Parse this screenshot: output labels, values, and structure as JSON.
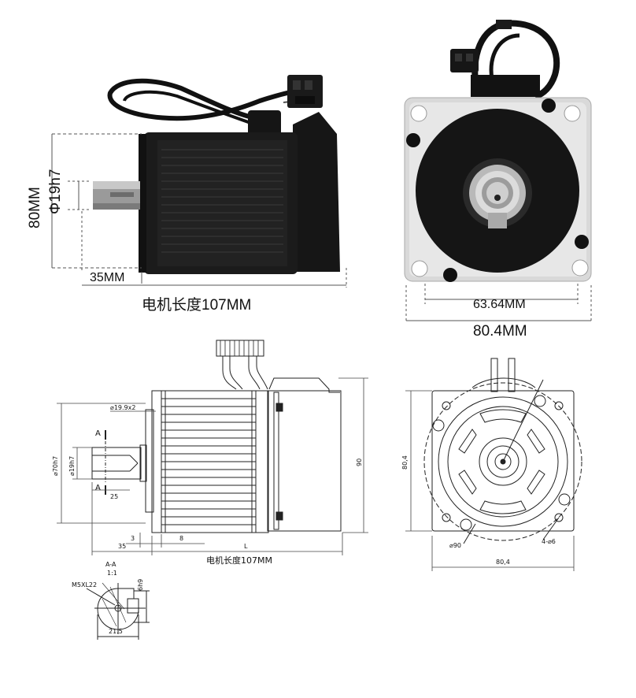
{
  "photo_side": {
    "height_label": "80MM",
    "shaft_diameter_label": "Φ19h7",
    "shaft_length_label": "35MM",
    "motor_length_label": "电机长度107MM"
  },
  "photo_front": {
    "hole_spacing_label": "63.64MM",
    "flange_width_label": "80.4MM"
  },
  "drawing_side": {
    "keyway_label": "⌀19.9x2",
    "section_mark_top": "A",
    "section_mark_bottom": "A",
    "pilot_diameter_label": "⌀70h7",
    "shaft_diameter_label": "⌀19h7",
    "key_length_label": "25",
    "height_label": "90",
    "dim_3": "3",
    "dim_8": "8",
    "dim_35": "35",
    "dim_L": "L",
    "motor_length_label": "电机长度107MM"
  },
  "drawing_front": {
    "height_label": "80,4",
    "width_label": "80,4",
    "circle_label": "⌀90",
    "holes_label": "4-⌀6"
  },
  "section_view": {
    "title": "A-A",
    "scale": "1:1",
    "thread_label": "M5XL22",
    "key_label": "6h9",
    "depth_label": "21.5"
  }
}
